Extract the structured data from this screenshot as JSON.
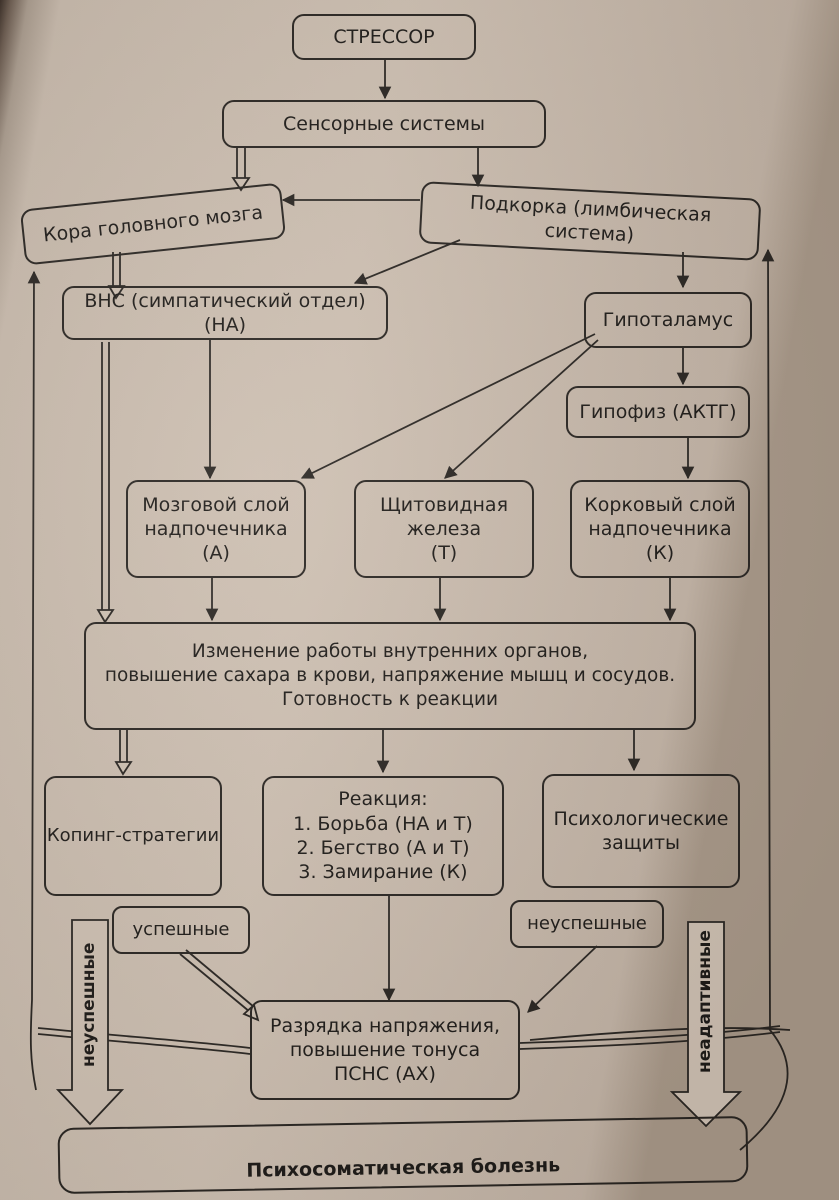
{
  "nodes": {
    "stressor": "СТРЕССОР",
    "sensory": "Сенсорные системы",
    "cortex": "Кора головного мозга",
    "subcortex": "Подкорка (лимбическая система)",
    "ans": "ВНС (симпатический отдел) (НА)",
    "hypothalamus": "Гипоталамус",
    "pituitary": "Гипофиз (АКТГ)",
    "medulla": [
      "Мозговой слой",
      "надпочечника",
      "(А)"
    ],
    "thyroid": [
      "Щитовидная",
      "железа",
      "(Т)"
    ],
    "adrenal_cortex": [
      "Корковый слой",
      "надпочечника",
      "(К)"
    ],
    "change": [
      "Изменение работы внутренних органов,",
      "повышение сахара в крови, напряжение мышц и сосудов.",
      "Готовность к реакции"
    ],
    "coping": "Копинг-стратегии",
    "reaction": [
      "Реакция:",
      "1. Борьба (НА и Т)",
      "2. Бегство (А и Т)",
      "3. Замирание (К)"
    ],
    "defenses": [
      "Психологические",
      "защиты"
    ],
    "successful": "успешные",
    "unsuccessful": "неуспешные",
    "discharge": [
      "Разрядка напряжения,",
      "повышение тонуса",
      "ПСНС (АХ)"
    ],
    "left_arrow_label": "неуспешные",
    "right_arrow_label": "неадаптивные",
    "disease": "Психосоматическая болезнь"
  },
  "colors": {
    "ink": "#2a2622",
    "paper": "#cdbfb1"
  }
}
